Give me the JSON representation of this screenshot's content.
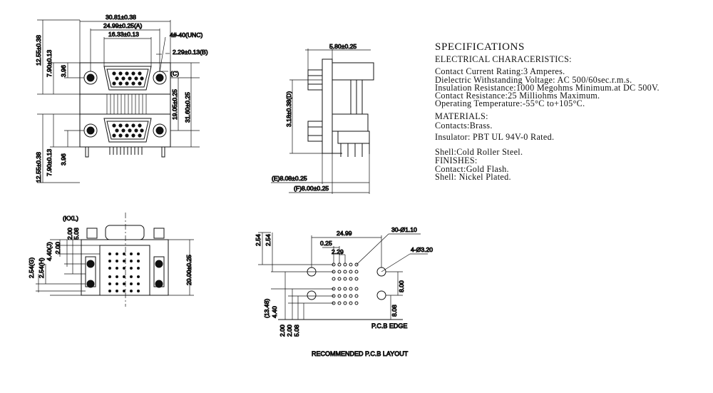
{
  "specifications": {
    "title": "SPECIFICATIONS",
    "electrical_heading": "ELECTRICAL CHARACERISTICS:",
    "electrical": [
      "Contact Current Rating:3 Amperes.",
      "Dielectric Withstanding Voltage: AC   500/60sec.r.m.s.",
      "Insulation Resistance:1000 Megohms Minimum.at DC 500V.",
      "Contact Resistance:25 Milliohms Maximum.",
      "Operating Temperature:-55°C to+105°C."
    ],
    "materials_heading": "MATERIALS:",
    "materials": [
      "Contacts:Brass.",
      "Insulator: PBT UL 94V-0 Rated."
    ],
    "shell": "Shell:Cold Roller Steel.",
    "finishes_heading": "FINISHES:",
    "finishes": [
      "Contact:Gold Flash.",
      "Shell: Nickel Plated."
    ]
  },
  "front_view": {
    "dim_overall_width": "30.81±0.38",
    "dim_a": "24.99±0.25(A)",
    "dim_inner": "16.33±0.13",
    "thread_note": "4#-40(UNC)",
    "dim_b": "2.29±0.13(B)",
    "dim_c": "(C)",
    "dim_top_1255": "12.55±0.38",
    "dim_top_790": "7.90±0.13",
    "dim_top_396": "3.96",
    "dim_bot_1255": "12.55±0.38",
    "dim_bot_790": "7.90±0.13",
    "dim_bot_396": "3.96",
    "dim_pitch": "19.05±0.25",
    "dim_height": "31.60±0.25"
  },
  "side_view": {
    "dim_top": "5.80±0.25",
    "dim_d": "3.18±0.38(D)",
    "dim_e": "(E)8.08±0.25",
    "dim_f": "(F)8.00±0.25"
  },
  "lower_side_view": {
    "dim_kxl": "(KXL)",
    "dim_200a": "2.00",
    "dim_508": "5.08",
    "dim_200b": "2.00",
    "dim_440": "4.40(J)",
    "dim_254g": "2.54(G)",
    "dim_254h": "2.54(H)",
    "dim_height": "20.00±0.25"
  },
  "pcb_layout": {
    "dim_2499": "24.99",
    "dim_hole_small": "30-Ø1.10",
    "dim_hole_big": "4-Ø3.20",
    "dim_025": "0.25",
    "dim_229": "2.29",
    "dim_254a": "2.54",
    "dim_254b": "2.54",
    "dim_1348": "(13.48)",
    "dim_440": "4.40",
    "dim_200": "2.00",
    "dim_200b": "2.00",
    "dim_508": "5.08",
    "dim_800": "8.00",
    "dim_808": "8.08",
    "edge_label": "P.C.B EDGE",
    "caption": "RECOMMENDED P.C.B LAYOUT"
  }
}
